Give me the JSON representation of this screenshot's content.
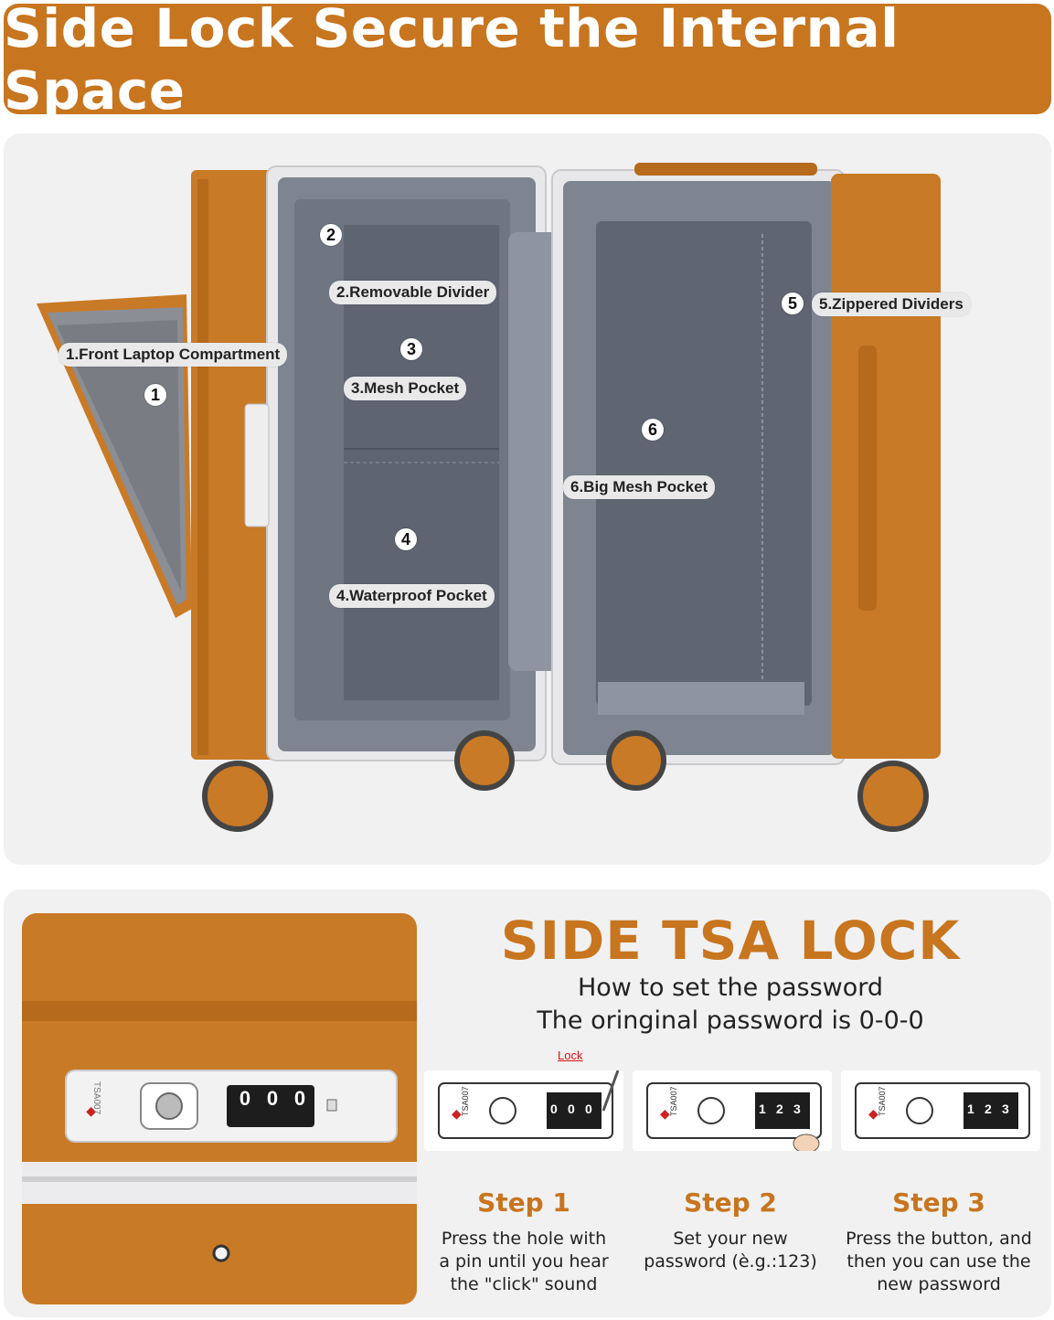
{
  "banner": {
    "title": "Side Lock Secure the Internal Space"
  },
  "features": [
    {
      "num": "1",
      "label": "1.Front Laptop Compartment"
    },
    {
      "num": "2",
      "label": "2.Removable Divider"
    },
    {
      "num": "3",
      "label": "3.Mesh Pocket"
    },
    {
      "num": "4",
      "label": "4.Waterproof Pocket"
    },
    {
      "num": "5",
      "label": "5.Zippered Dividers"
    },
    {
      "num": "6",
      "label": "6.Big Mesh Pocket"
    }
  ],
  "tsa": {
    "title": "SIDE TSA LOCK",
    "subtitle1": "How to set the password",
    "subtitle2": "The oringinal password is 0-0-0",
    "lock_label": "Lock",
    "brand_text": "TSA007",
    "closeup_brand": "TSA007",
    "closeup_code": [
      "0",
      "0",
      "0"
    ]
  },
  "steps": [
    {
      "title": "Step 1",
      "desc": "Press the hole with\na pin until you hear\nthe \"click\" sound",
      "code": [
        "0",
        "0",
        "0"
      ]
    },
    {
      "title": "Step 2",
      "desc": "Set your new\npassword (è.g.:123)",
      "code": [
        "1",
        "2",
        "3"
      ]
    },
    {
      "title": "Step 3",
      "desc": "Press the button, and\nthen you can use the\nnew password",
      "code": [
        "1",
        "2",
        "3"
      ]
    }
  ],
  "colors": {
    "brand_orange": "#c7751f",
    "panel_bg": "#f1f1f2",
    "lining_gray": "#7e8591"
  }
}
